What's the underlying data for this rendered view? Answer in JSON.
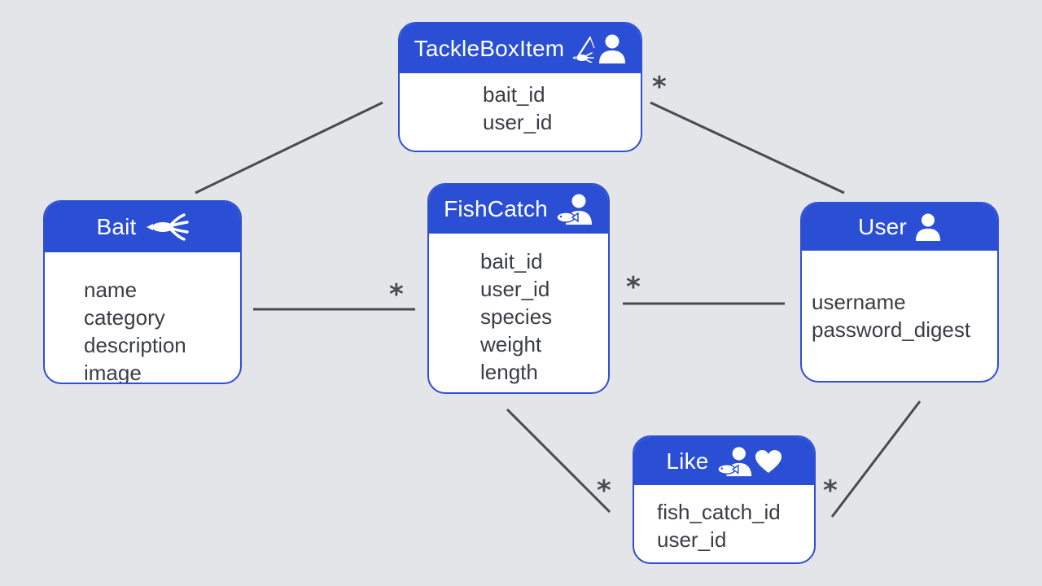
{
  "diagram": {
    "line_color": "#4a4b52",
    "header_color": "#2a4fd4",
    "border_color": "#2f4fd3",
    "entities": {
      "tackle_box_item": {
        "name": "TackleBoxItem",
        "icons": [
          "fishing-rod-icon",
          "user-icon"
        ],
        "fields": [
          "bait_id",
          "user_id"
        ]
      },
      "bait": {
        "name": "Bait",
        "icons": [
          "fishing-lure-icon"
        ],
        "fields": [
          "name",
          "category",
          "description",
          "image"
        ]
      },
      "fish_catch": {
        "name": "FishCatch",
        "icons": [
          "user-with-fish-icon"
        ],
        "fields": [
          "bait_id",
          "user_id",
          "species",
          "weight",
          "length"
        ]
      },
      "user": {
        "name": "User",
        "icons": [
          "user-icon"
        ],
        "fields": [
          "username",
          "password_digest"
        ]
      },
      "like": {
        "name": "Like",
        "icons": [
          "user-with-fish-icon",
          "heart-icon"
        ],
        "fields": [
          "fish_catch_id",
          "user_id"
        ]
      }
    },
    "relationships": [
      {
        "from": "Bait",
        "to": "TackleBoxItem",
        "multiplicity": ""
      },
      {
        "from": "User",
        "to": "TackleBoxItem",
        "multiplicity": "*"
      },
      {
        "from": "Bait",
        "to": "FishCatch",
        "multiplicity": "*"
      },
      {
        "from": "User",
        "to": "FishCatch",
        "multiplicity": "*"
      },
      {
        "from": "FishCatch",
        "to": "Like",
        "multiplicity": "*"
      },
      {
        "from": "User",
        "to": "Like",
        "multiplicity": "*"
      }
    ]
  }
}
